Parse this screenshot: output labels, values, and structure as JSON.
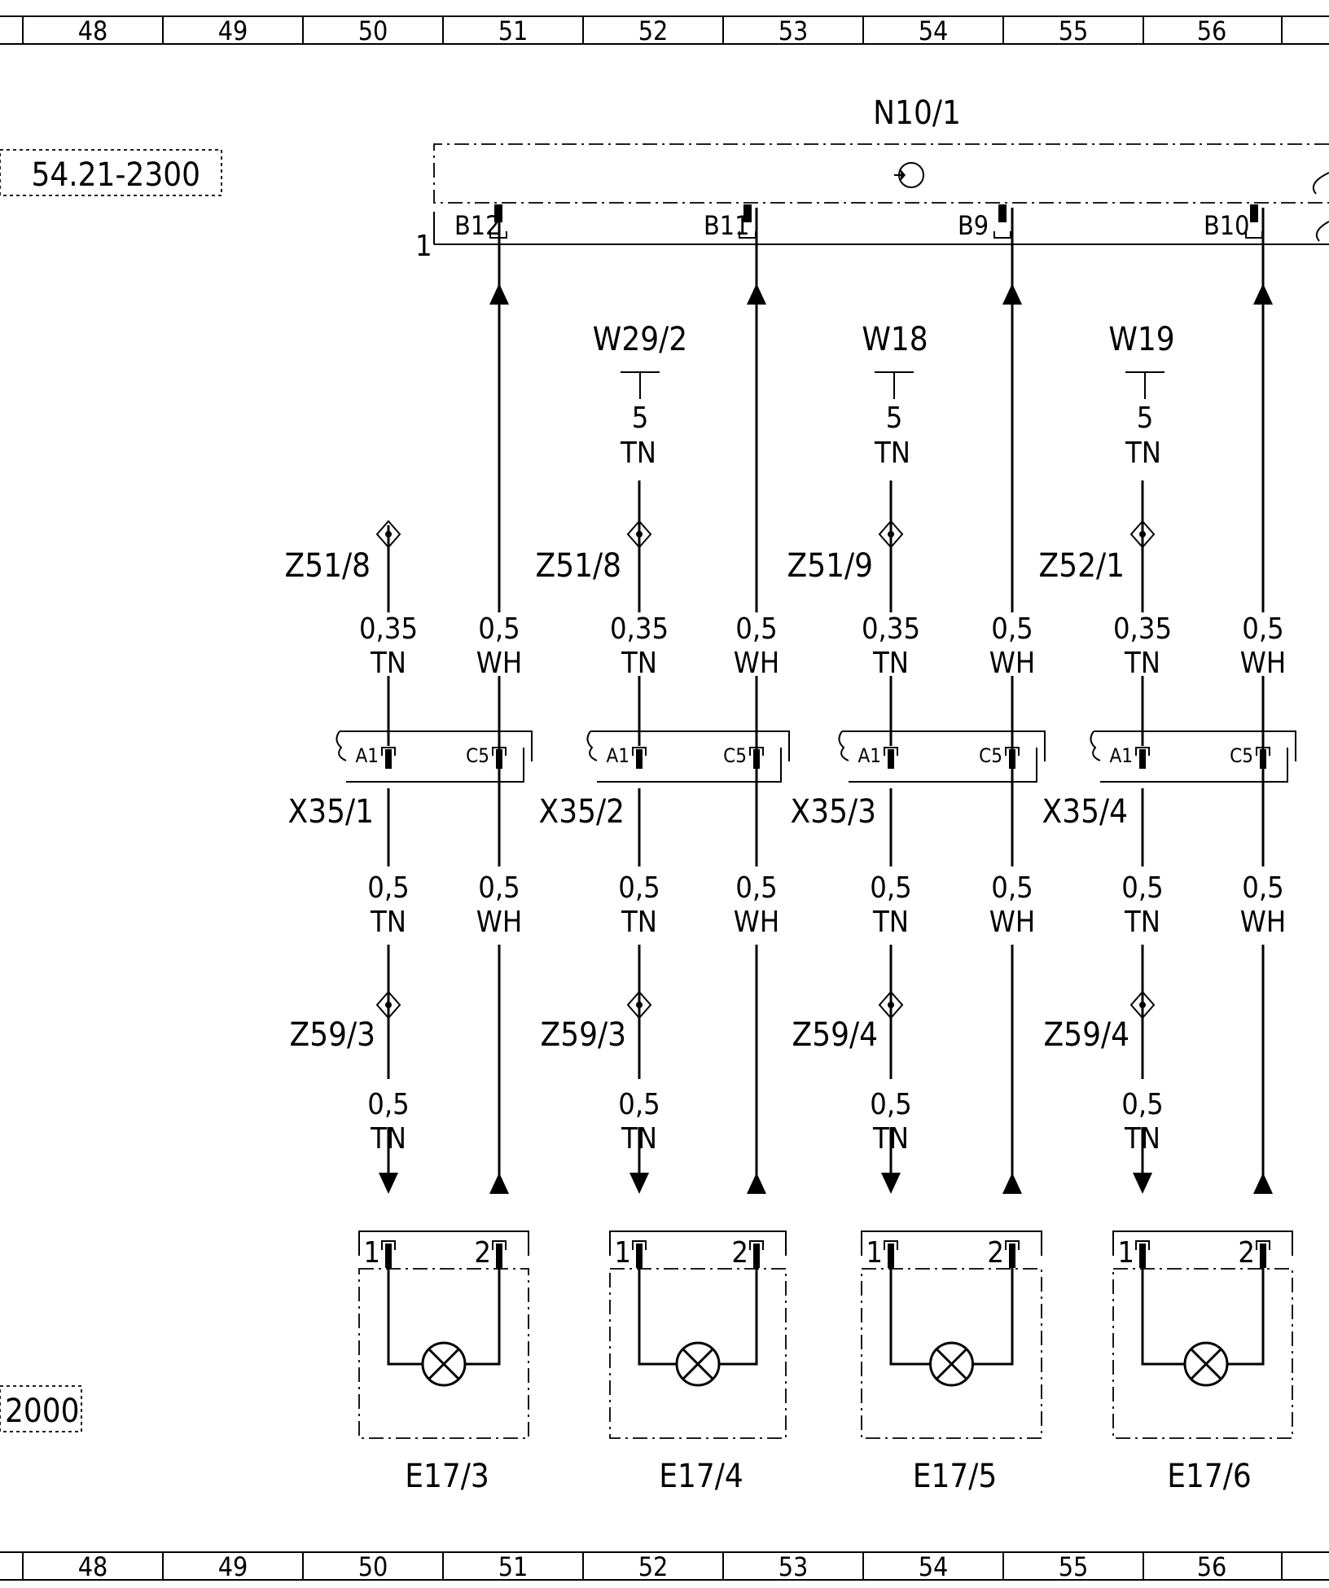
{
  "grid_columns": [
    "48",
    "49",
    "50",
    "51",
    "52",
    "53",
    "54",
    "55",
    "56"
  ],
  "references": {
    "top_ref": "54.21-2300",
    "bottom_ref": "2000"
  },
  "control_unit": {
    "label": "N10/1",
    "pins": [
      "B12",
      "B11",
      "B9",
      "B10"
    ],
    "side_number": "1"
  },
  "shields": [
    {
      "label": "W29/2",
      "value": "5",
      "color": "TN"
    },
    {
      "label": "W18",
      "value": "5",
      "color": "TN"
    },
    {
      "label": "W19",
      "value": "5",
      "color": "TN"
    }
  ],
  "channels": [
    {
      "splice_top": "Z51/8",
      "upper_left": {
        "size": "0,35",
        "color": "TN"
      },
      "upper_right": {
        "size": "0,5",
        "color": "WH"
      },
      "connector": {
        "label": "X35/1",
        "pin_left": "A1",
        "pin_right": "C5"
      },
      "middle_left": {
        "size": "0,5",
        "color": "TN"
      },
      "middle_right": {
        "size": "0,5",
        "color": "WH"
      },
      "splice_bottom": "Z59/3",
      "lower_left": {
        "size": "0,5",
        "color": "TN"
      },
      "lamp": {
        "label": "E17/3",
        "pin_left": "1",
        "pin_right": "2"
      }
    },
    {
      "splice_top": "Z51/8",
      "upper_left": {
        "size": "0,35",
        "color": "TN"
      },
      "upper_right": {
        "size": "0,5",
        "color": "WH"
      },
      "connector": {
        "label": "X35/2",
        "pin_left": "A1",
        "pin_right": "C5"
      },
      "middle_left": {
        "size": "0,5",
        "color": "TN"
      },
      "middle_right": {
        "size": "0,5",
        "color": "WH"
      },
      "splice_bottom": "Z59/3",
      "lower_left": {
        "size": "0,5",
        "color": "TN"
      },
      "lamp": {
        "label": "E17/4",
        "pin_left": "1",
        "pin_right": "2"
      }
    },
    {
      "splice_top": "Z51/9",
      "upper_left": {
        "size": "0,35",
        "color": "TN"
      },
      "upper_right": {
        "size": "0,5",
        "color": "WH"
      },
      "connector": {
        "label": "X35/3",
        "pin_left": "A1",
        "pin_right": "C5"
      },
      "middle_left": {
        "size": "0,5",
        "color": "TN"
      },
      "middle_right": {
        "size": "0,5",
        "color": "WH"
      },
      "splice_bottom": "Z59/4",
      "lower_left": {
        "size": "0,5",
        "color": "TN"
      },
      "lamp": {
        "label": "E17/5",
        "pin_left": "1",
        "pin_right": "2"
      }
    },
    {
      "splice_top": "Z52/1",
      "upper_left": {
        "size": "0,35",
        "color": "TN"
      },
      "upper_right": {
        "size": "0,5",
        "color": "WH"
      },
      "connector": {
        "label": "X35/4",
        "pin_left": "A1",
        "pin_right": "C5"
      },
      "middle_left": {
        "size": "0,5",
        "color": "TN"
      },
      "middle_right": {
        "size": "0,5",
        "color": "WH"
      },
      "splice_bottom": "Z59/4",
      "lower_left": {
        "size": "0,5",
        "color": "TN"
      },
      "lamp": {
        "label": "E17/6",
        "pin_left": "1",
        "pin_right": "2"
      }
    }
  ]
}
